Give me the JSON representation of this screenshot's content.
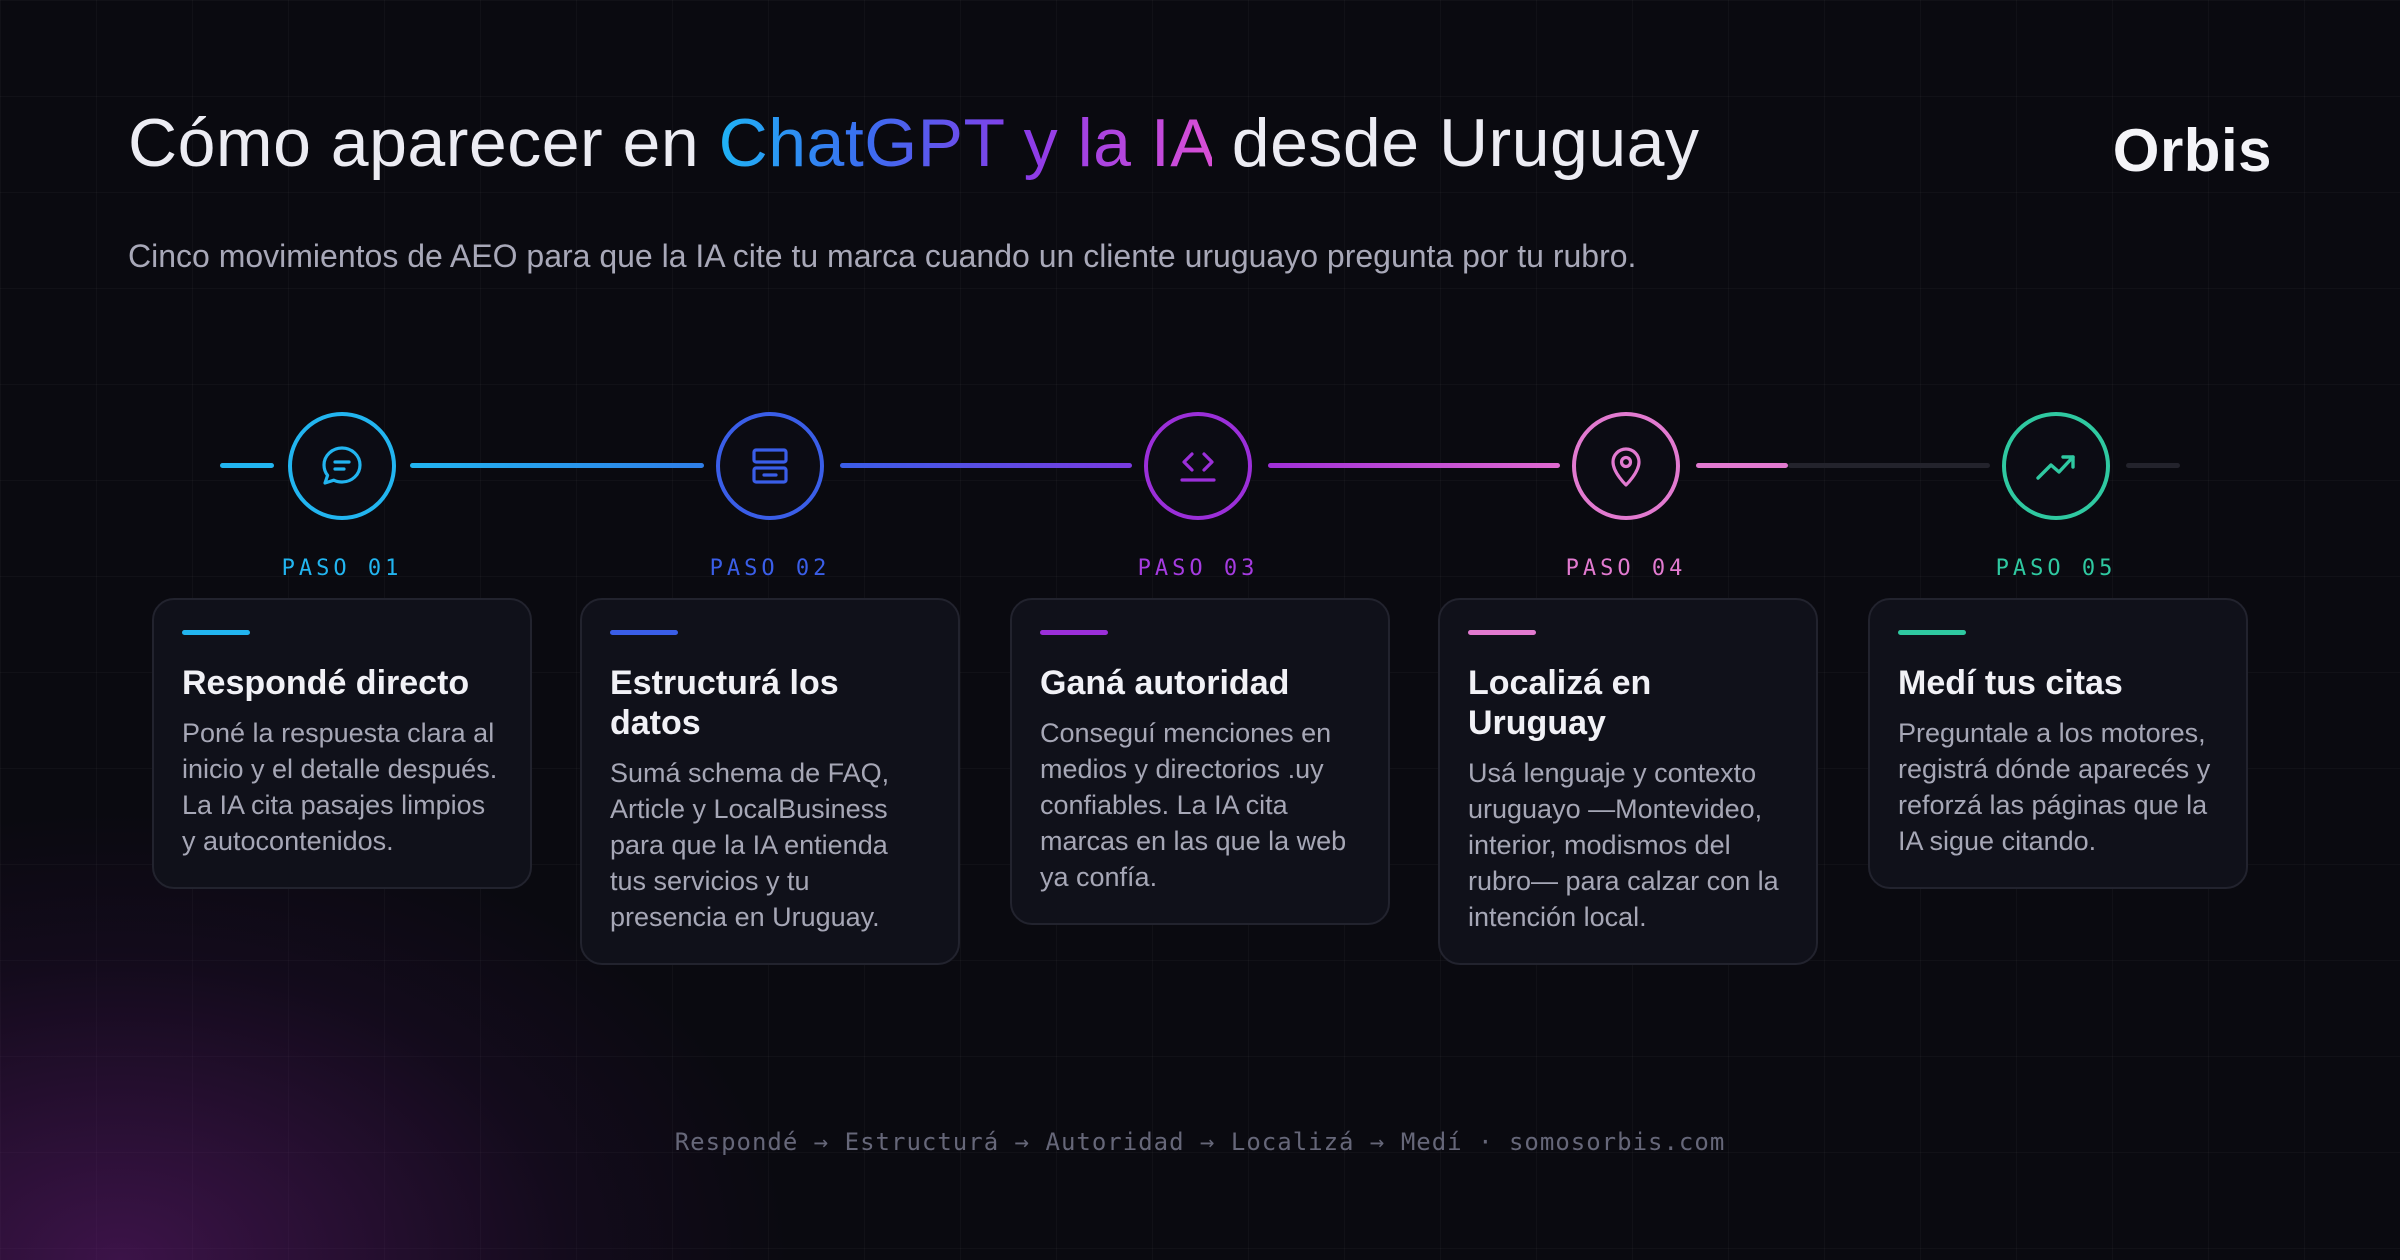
{
  "header": {
    "title_before": "Cómo aparecer en ",
    "title_accent": "ChatGPT y la IA",
    "title_after": " desde Uruguay",
    "subtitle": "Cinco movimientos de AEO para que la IA cite tu marca cuando un cliente uruguayo pregunta por tu rubro.",
    "brand": "Orbis"
  },
  "steps": [
    {
      "label": "PASO 01",
      "title": "Respondé directo",
      "body": "Poné la respuesta clara al inicio y el detalle después. La IA cita pasajes limpios y autocontenidos.",
      "color": "#22b5f0",
      "icon": "chat-bubble-icon"
    },
    {
      "label": "PASO 02",
      "title": "Estructurá los datos",
      "body": "Sumá schema de FAQ, Article y LocalBusiness para que la IA entienda tus servicios y tu presencia en Uruguay.",
      "color": "#3a5ee8",
      "icon": "database-icon"
    },
    {
      "label": "PASO 03",
      "title": "Ganá autoridad",
      "body": "Conseguí menciones en medios y directorios .uy confiables. La IA cita marcas en las que la web ya confía.",
      "color": "#9b2fd9",
      "icon": "code-icon"
    },
    {
      "label": "PASO 04",
      "title": "Localizá en Uruguay",
      "body": "Usá lenguaje y contexto uruguayo —Montevideo, interior, modismos del rubro— para calzar con la intención local.",
      "color": "#e27ad0",
      "icon": "map-pin-icon"
    },
    {
      "label": "PASO 05",
      "title": "Medí tus citas",
      "body": "Preguntale a los motores, registrá dónde aparecés y reforzá las páginas que la IA sigue citando.",
      "color": "#2fc9a1",
      "icon": "trending-up-icon"
    }
  ],
  "footer": "Respondé → Estructurá → Autoridad → Localizá → Medí · somosorbis.com"
}
